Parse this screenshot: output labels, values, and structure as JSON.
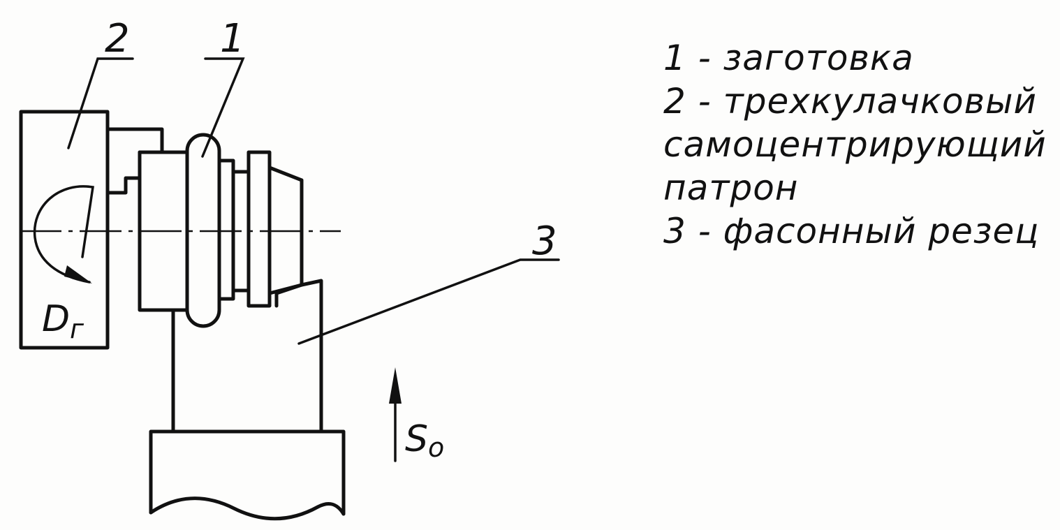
{
  "callouts": {
    "workpiece": "1",
    "chuck": "2",
    "cutter": "3"
  },
  "motion_labels": {
    "rotation": "D",
    "rotation_sub": "г",
    "feed": "S",
    "feed_sub": "о"
  },
  "legend": {
    "line1": "1 - заготовка",
    "line2": "2 - трехкулачковый",
    "line3": "самоцентрирующий",
    "line4": "патрон",
    "line5": "3 - фасонный резец"
  }
}
